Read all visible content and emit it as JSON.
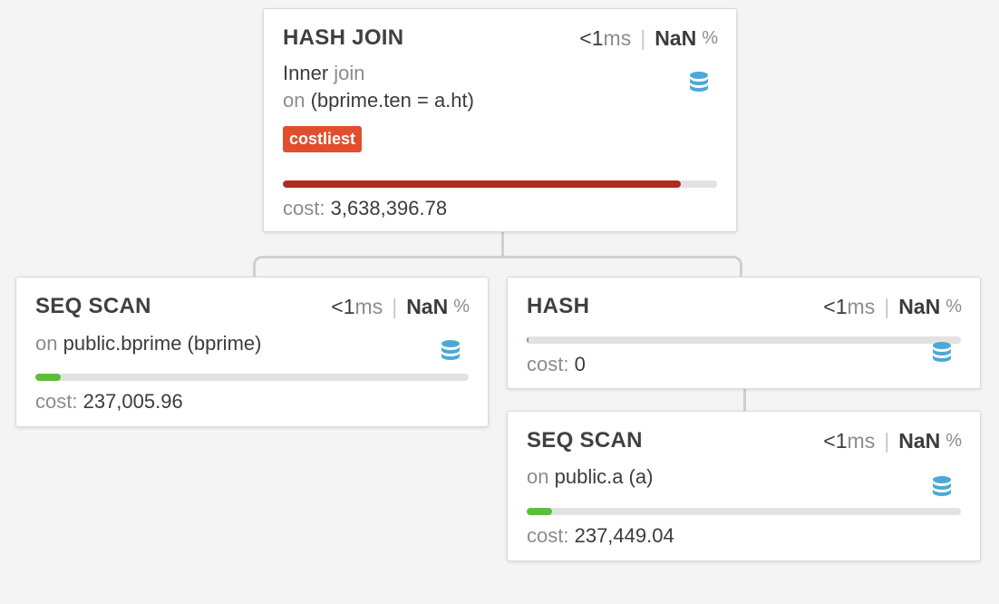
{
  "colors": {
    "costliest_badge": "#e24e2d",
    "cost_bar_high": "#b12a24",
    "cost_bar_low": "#5bbf3a",
    "db_icon": "#4aa9d9"
  },
  "nodes": {
    "hash_join": {
      "title": "HASH JOIN",
      "time_lt": "<1",
      "time_unit": "ms",
      "separator": "|",
      "percent_value": "NaN",
      "percent_sign": "%",
      "join_type": "Inner",
      "join_word": "join",
      "on_label": "on",
      "condition": "(bprime.ten = a.ht)",
      "badge": "costliest",
      "cost_label": "cost:",
      "cost_value": "3,638,396.78",
      "cost_fraction": 0.917,
      "icon": "database-icon"
    },
    "seq_scan_bprime": {
      "title": "SEQ SCAN",
      "time_lt": "<1",
      "time_unit": "ms",
      "separator": "|",
      "percent_value": "NaN",
      "percent_sign": "%",
      "on_label": "on",
      "relation": "public.bprime (bprime)",
      "cost_label": "cost:",
      "cost_value": "237,005.96",
      "cost_fraction": 0.058,
      "icon": "database-icon"
    },
    "hash": {
      "title": "HASH",
      "time_lt": "<1",
      "time_unit": "ms",
      "separator": "|",
      "percent_value": "NaN",
      "percent_sign": "%",
      "cost_label": "cost:",
      "cost_value": "0",
      "cost_fraction": 0.004,
      "icon": "database-icon"
    },
    "seq_scan_a": {
      "title": "SEQ SCAN",
      "time_lt": "<1",
      "time_unit": "ms",
      "separator": "|",
      "percent_value": "NaN",
      "percent_sign": "%",
      "on_label": "on",
      "relation": "public.a (a)",
      "cost_label": "cost:",
      "cost_value": "237,449.04",
      "cost_fraction": 0.058,
      "icon": "database-icon"
    }
  }
}
